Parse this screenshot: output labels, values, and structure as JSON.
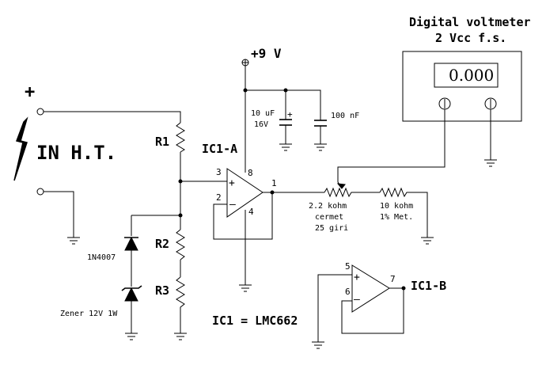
{
  "input": {
    "plus": "+",
    "label": "IN H.T."
  },
  "supply": {
    "label": "+9 V"
  },
  "meter": {
    "title_line1": "Digital voltmeter",
    "title_line2": "2 Vcc f.s.",
    "reading": "0.000"
  },
  "capacitors": {
    "c1_line1": "10 uF",
    "c1_line2": "16V",
    "c1_plus": "+",
    "c2": "100 nF"
  },
  "resistors": {
    "r1": "R1",
    "r2": "R2",
    "r3": "R3"
  },
  "diodes": {
    "d1": "1N4007",
    "zener": "Zener 12V 1W"
  },
  "opamp_a": {
    "label": "IC1-A",
    "pin3": "3",
    "pin2": "2",
    "pin8": "8",
    "pin1": "1",
    "pin4": "4",
    "plus": "+",
    "minus": "–"
  },
  "opamp_b": {
    "label": "IC1-B",
    "pin5": "5",
    "pin6": "6",
    "pin7": "7",
    "plus": "+",
    "minus": "–"
  },
  "trimmer": {
    "line1": "2.2 kohm",
    "line2": "cermet",
    "line3": "25 giri"
  },
  "fixed_resistor": {
    "line1": "10 kohm",
    "line2": "1% Met."
  },
  "ic_note": "IC1 = LMC662"
}
